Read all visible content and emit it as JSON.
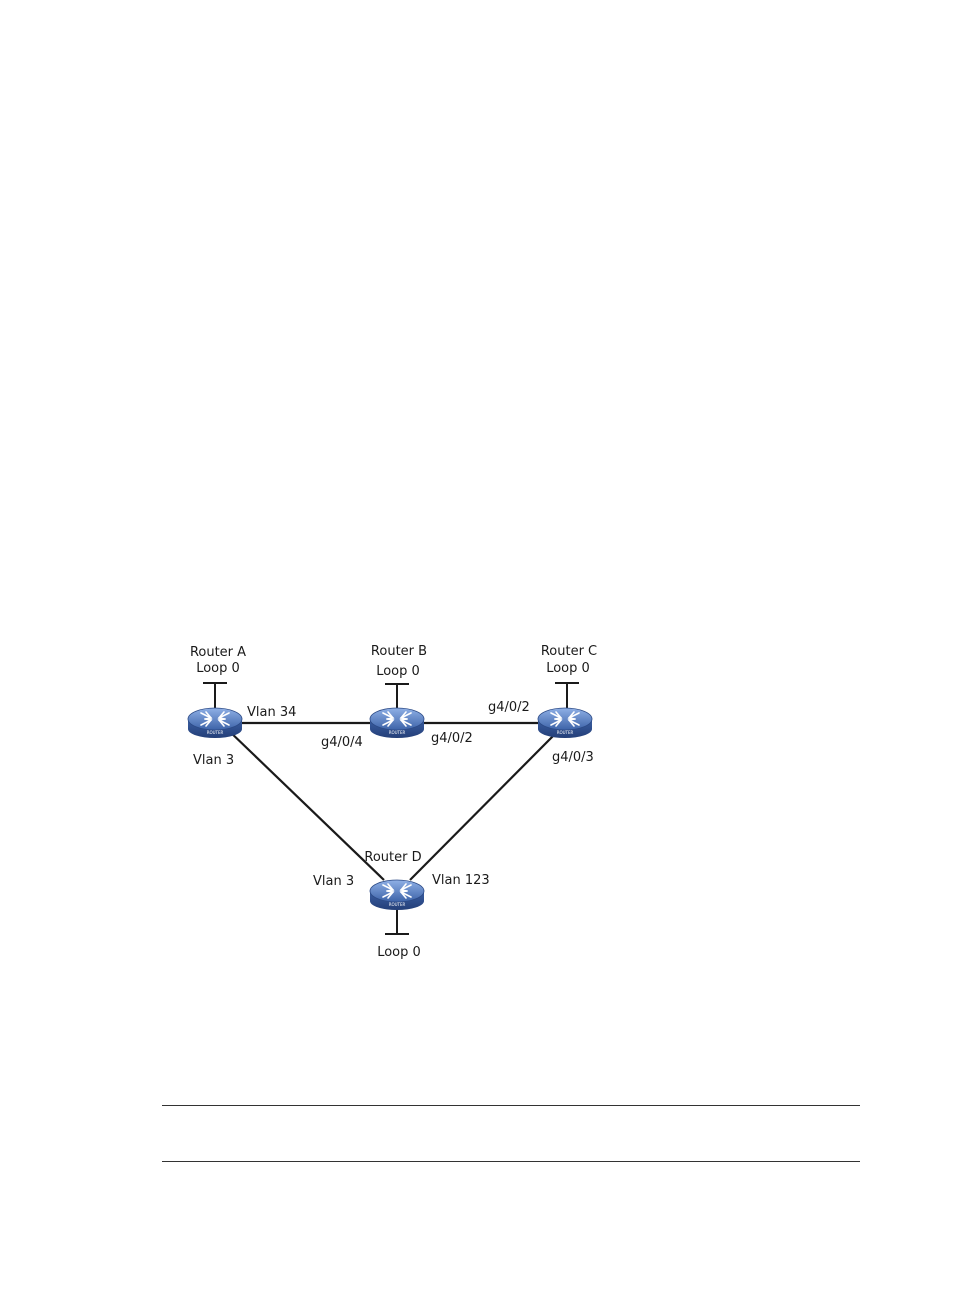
{
  "diagram": {
    "routers": {
      "a": {
        "name": "Router A",
        "loopback": "Loop 0",
        "ports": [
          "Vlan 34",
          "Vlan 3"
        ]
      },
      "b": {
        "name": "Router B",
        "loopback": "Loop 0",
        "ports": [
          "g4/0/4",
          "g4/0/2"
        ]
      },
      "c": {
        "name": "Router C",
        "loopback": "Loop 0",
        "ports": [
          "g4/0/2",
          "g4/0/3"
        ]
      },
      "d": {
        "name": "Router D",
        "loopback": "Loop 0",
        "ports": [
          "Vlan 3",
          "Vlan 123"
        ]
      }
    },
    "links": [
      {
        "from": "Router A",
        "to": "Router B"
      },
      {
        "from": "Router B",
        "to": "Router C"
      },
      {
        "from": "Router A",
        "to": "Router D"
      },
      {
        "from": "Router C",
        "to": "Router D"
      }
    ],
    "colors": {
      "router_top": "#4a6fb0",
      "router_side": "#2c4a86",
      "link": "#1a1a1a"
    },
    "icon": "router-icon"
  }
}
